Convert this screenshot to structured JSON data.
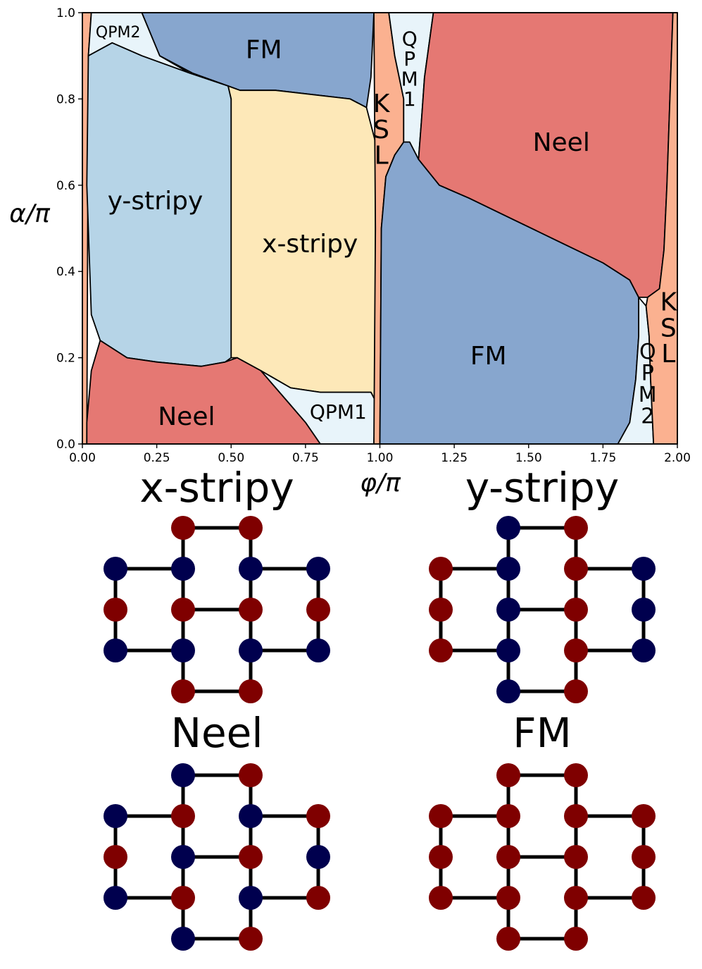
{
  "chart_data": {
    "type": "heatmap",
    "subtype": "phase-diagram",
    "xlabel": "φ/π",
    "ylabel": "α/π",
    "xlim": [
      0,
      2
    ],
    "ylim": [
      0,
      1
    ],
    "x_ticks": [
      "0.00",
      "0.25",
      "0.50",
      "0.75",
      "1.00",
      "1.25",
      "1.50",
      "1.75",
      "2.00"
    ],
    "y_ticks": [
      "0.0",
      "0.2",
      "0.4",
      "0.6",
      "0.8",
      "1.0"
    ],
    "colors": {
      "Neel": "#e57873",
      "FM": "#87a6ce",
      "x-stripy": "#fde8b8",
      "y-stripy": "#b6d4e7",
      "QPM": "#e8f4fa",
      "KSL": "#fbb190"
    },
    "regions": [
      {
        "phase": "KSL",
        "label": "",
        "points": [
          [
            0,
            0
          ],
          [
            0.015,
            0
          ],
          [
            0.02,
            0.9
          ],
          [
            0.03,
            1
          ],
          [
            0,
            1
          ]
        ]
      },
      {
        "phase": "QPM",
        "label": "QPM2",
        "points": [
          [
            0.03,
            1
          ],
          [
            0.2,
            1
          ],
          [
            0.26,
            0.9
          ],
          [
            0.36,
            0.86
          ],
          [
            0.2,
            0.9
          ],
          [
            0.1,
            0.93
          ],
          [
            0.02,
            0.9
          ]
        ]
      },
      {
        "phase": "FM",
        "label": "FM",
        "points": [
          [
            0.2,
            1
          ],
          [
            0.98,
            1
          ],
          [
            0.97,
            0.85
          ],
          [
            0.955,
            0.78
          ],
          [
            0.9,
            0.8
          ],
          [
            0.65,
            0.82
          ],
          [
            0.53,
            0.82
          ],
          [
            0.49,
            0.83
          ],
          [
            0.37,
            0.86
          ],
          [
            0.26,
            0.9
          ]
        ]
      },
      {
        "phase": "y-stripy",
        "label": "y-stripy",
        "points": [
          [
            0.02,
            0.9
          ],
          [
            0.1,
            0.93
          ],
          [
            0.2,
            0.9
          ],
          [
            0.36,
            0.86
          ],
          [
            0.49,
            0.83
          ],
          [
            0.5,
            0.8
          ],
          [
            0.5,
            0.2
          ],
          [
            0.48,
            0.19
          ],
          [
            0.4,
            0.18
          ],
          [
            0.25,
            0.19
          ],
          [
            0.15,
            0.2
          ],
          [
            0.06,
            0.24
          ],
          [
            0.03,
            0.3
          ],
          [
            0.015,
            0.6
          ]
        ]
      },
      {
        "phase": "x-stripy",
        "label": "x-stripy",
        "points": [
          [
            0.49,
            0.83
          ],
          [
            0.53,
            0.82
          ],
          [
            0.65,
            0.82
          ],
          [
            0.9,
            0.8
          ],
          [
            0.955,
            0.78
          ],
          [
            0.985,
            0.7
          ],
          [
            0.985,
            0.1
          ],
          [
            0.97,
            0.12
          ],
          [
            0.92,
            0.12
          ],
          [
            0.8,
            0.12
          ],
          [
            0.7,
            0.13
          ],
          [
            0.6,
            0.17
          ],
          [
            0.52,
            0.2
          ],
          [
            0.5,
            0.2
          ],
          [
            0.5,
            0.8
          ]
        ]
      },
      {
        "phase": "Neel",
        "label": "Neel",
        "points": [
          [
            0.015,
            0
          ],
          [
            0.8,
            0
          ],
          [
            0.75,
            0.05
          ],
          [
            0.7,
            0.09
          ],
          [
            0.6,
            0.17
          ],
          [
            0.52,
            0.2
          ],
          [
            0.48,
            0.19
          ],
          [
            0.4,
            0.18
          ],
          [
            0.25,
            0.19
          ],
          [
            0.15,
            0.2
          ],
          [
            0.06,
            0.24
          ],
          [
            0.03,
            0.17
          ],
          [
            0.015,
            0.05
          ]
        ]
      },
      {
        "phase": "QPM",
        "label": "QPM1",
        "points": [
          [
            0.8,
            0
          ],
          [
            0.98,
            0
          ],
          [
            0.985,
            0.1
          ],
          [
            0.97,
            0.12
          ],
          [
            0.92,
            0.12
          ],
          [
            0.8,
            0.12
          ],
          [
            0.7,
            0.13
          ],
          [
            0.6,
            0.17
          ],
          [
            0.7,
            0.09
          ],
          [
            0.75,
            0.05
          ]
        ]
      },
      {
        "phase": "KSL",
        "label": "KSL",
        "points": [
          [
            0.98,
            0
          ],
          [
            1.0,
            0
          ],
          [
            1.005,
            0.5
          ],
          [
            1.02,
            0.62
          ],
          [
            1.05,
            0.67
          ],
          [
            1.08,
            0.7
          ],
          [
            1.08,
            0.8
          ],
          [
            1.05,
            0.9
          ],
          [
            1.03,
            1
          ],
          [
            0.98,
            1
          ],
          [
            0.985,
            0.5
          ]
        ]
      },
      {
        "phase": "QPM",
        "label": "QPM1",
        "points": [
          [
            1.03,
            1
          ],
          [
            1.18,
            1
          ],
          [
            1.15,
            0.85
          ],
          [
            1.14,
            0.75
          ],
          [
            1.13,
            0.66
          ],
          [
            1.1,
            0.7
          ],
          [
            1.08,
            0.7
          ],
          [
            1.08,
            0.8
          ],
          [
            1.05,
            0.9
          ]
        ]
      },
      {
        "phase": "FM",
        "label": "FM",
        "points": [
          [
            1.0,
            0
          ],
          [
            1.8,
            0
          ],
          [
            1.84,
            0.05
          ],
          [
            1.86,
            0.15
          ],
          [
            1.87,
            0.25
          ],
          [
            1.87,
            0.34
          ],
          [
            1.84,
            0.38
          ],
          [
            1.75,
            0.42
          ],
          [
            1.6,
            0.47
          ],
          [
            1.45,
            0.52
          ],
          [
            1.3,
            0.57
          ],
          [
            1.2,
            0.6
          ],
          [
            1.13,
            0.66
          ],
          [
            1.1,
            0.7
          ],
          [
            1.08,
            0.7
          ],
          [
            1.05,
            0.67
          ],
          [
            1.02,
            0.62
          ],
          [
            1.005,
            0.5
          ]
        ]
      },
      {
        "phase": "Neel",
        "label": "Neel",
        "points": [
          [
            1.18,
            1
          ],
          [
            1.985,
            1
          ],
          [
            1.975,
            0.8
          ],
          [
            1.965,
            0.6
          ],
          [
            1.955,
            0.45
          ],
          [
            1.94,
            0.36
          ],
          [
            1.9,
            0.34
          ],
          [
            1.87,
            0.34
          ],
          [
            1.84,
            0.38
          ],
          [
            1.75,
            0.42
          ],
          [
            1.6,
            0.47
          ],
          [
            1.45,
            0.52
          ],
          [
            1.3,
            0.57
          ],
          [
            1.2,
            0.6
          ],
          [
            1.13,
            0.66
          ],
          [
            1.14,
            0.75
          ],
          [
            1.15,
            0.85
          ]
        ]
      },
      {
        "phase": "QPM",
        "label": "QPM2",
        "points": [
          [
            1.8,
            0
          ],
          [
            1.92,
            0
          ],
          [
            1.91,
            0.15
          ],
          [
            1.905,
            0.25
          ],
          [
            1.895,
            0.32
          ],
          [
            1.87,
            0.34
          ],
          [
            1.87,
            0.25
          ],
          [
            1.86,
            0.15
          ],
          [
            1.84,
            0.05
          ]
        ]
      },
      {
        "phase": "KSL",
        "label": "KSL",
        "points": [
          [
            1.92,
            0
          ],
          [
            2,
            0
          ],
          [
            2,
            1
          ],
          [
            1.985,
            1
          ],
          [
            1.975,
            0.8
          ],
          [
            1.965,
            0.6
          ],
          [
            1.955,
            0.45
          ],
          [
            1.94,
            0.36
          ],
          [
            1.9,
            0.34
          ],
          [
            1.895,
            0.32
          ],
          [
            1.905,
            0.25
          ],
          [
            1.91,
            0.15
          ]
        ]
      }
    ],
    "annotations": [
      {
        "text": "QPM2",
        "x": 0.12,
        "y": 0.955,
        "size": 22,
        "lines": [
          "QPM2"
        ]
      },
      {
        "text": "FM",
        "x": 0.61,
        "y": 0.915,
        "size": 36,
        "lines": [
          "FM"
        ]
      },
      {
        "text": "y-stripy",
        "x": 0.245,
        "y": 0.565,
        "size": 36,
        "lines": [
          "y-stripy"
        ]
      },
      {
        "text": "x-stripy",
        "x": 0.765,
        "y": 0.465,
        "size": 36,
        "lines": [
          "x-stripy"
        ]
      },
      {
        "text": "Neel",
        "x": 0.35,
        "y": 0.065,
        "size": 36,
        "lines": [
          "Neel"
        ]
      },
      {
        "text": "QPM1",
        "x": 0.86,
        "y": 0.075,
        "size": 28,
        "lines": [
          "QPM1"
        ]
      },
      {
        "text": "KSL",
        "x": 1.005,
        "y": 0.79,
        "size": 36,
        "lines": [
          "K",
          "S",
          "L"
        ]
      },
      {
        "text": "QPM1",
        "x": 1.1,
        "y": 0.94,
        "size": 28,
        "lines": [
          "Q",
          "P",
          "M",
          "1"
        ]
      },
      {
        "text": "Neel",
        "x": 1.61,
        "y": 0.7,
        "size": 36,
        "lines": [
          "Neel"
        ]
      },
      {
        "text": "FM",
        "x": 1.365,
        "y": 0.205,
        "size": 36,
        "lines": [
          "FM"
        ]
      },
      {
        "text": "QPM2",
        "x": 1.9,
        "y": 0.215,
        "size": 30,
        "lines": [
          "Q",
          "P",
          "M",
          "2"
        ]
      },
      {
        "text": "KSL",
        "x": 1.97,
        "y": 0.33,
        "size": 36,
        "lines": [
          "K",
          "S",
          "L"
        ]
      }
    ]
  },
  "spin_panels": [
    {
      "title": "x-stripy",
      "rows": [
        [
          "r",
          "r"
        ],
        [
          "b",
          "b",
          "b",
          "b"
        ],
        [
          "r",
          "r",
          "r",
          "r"
        ],
        [
          "b",
          "b",
          "b",
          "b"
        ],
        [
          "r",
          "r"
        ]
      ]
    },
    {
      "title": "y-stripy",
      "rows": [
        [
          "b",
          "r"
        ],
        [
          "r",
          "b",
          "r",
          "b"
        ],
        [
          "r",
          "b",
          "r",
          "b"
        ],
        [
          "r",
          "b",
          "r",
          "b"
        ],
        [
          "b",
          "r"
        ]
      ]
    },
    {
      "title": "Neel",
      "rows": [
        [
          "b",
          "r"
        ],
        [
          "b",
          "r",
          "b",
          "r"
        ],
        [
          "r",
          "b",
          "r",
          "b"
        ],
        [
          "b",
          "r",
          "b",
          "r"
        ],
        [
          "b",
          "r"
        ]
      ]
    },
    {
      "title": "FM",
      "rows": [
        [
          "r",
          "r"
        ],
        [
          "r",
          "r",
          "r",
          "r"
        ],
        [
          "r",
          "r",
          "r",
          "r"
        ],
        [
          "r",
          "r",
          "r",
          "r"
        ],
        [
          "r",
          "r"
        ]
      ]
    }
  ],
  "spin_colors": {
    "r": "#7f0000",
    "b": "#00004e"
  }
}
